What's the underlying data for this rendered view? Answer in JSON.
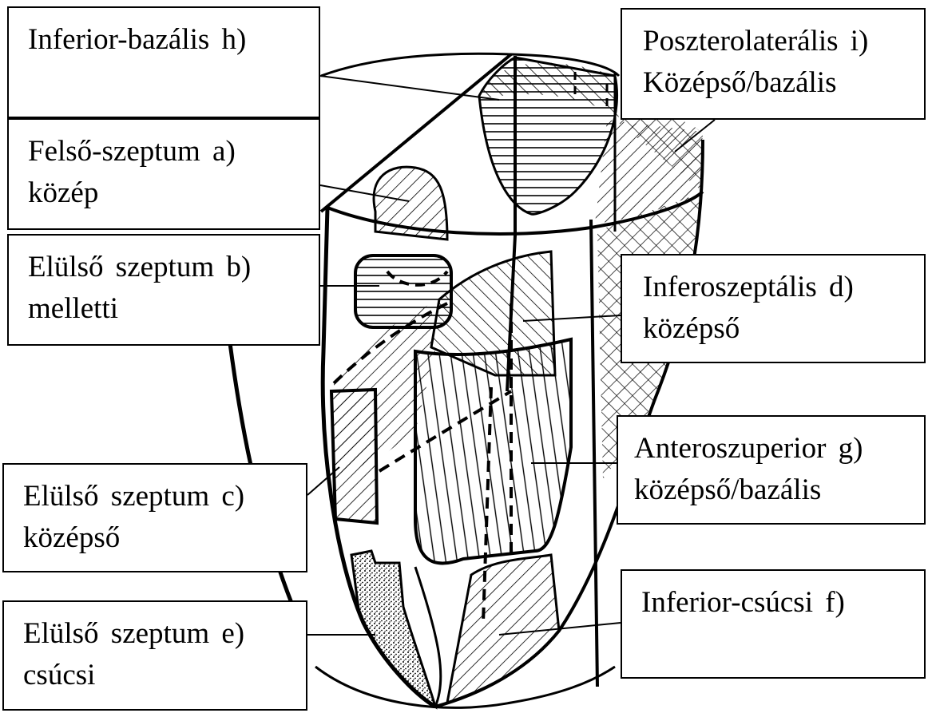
{
  "segments": {
    "h": {
      "line1": "Inferior-bazális  h)"
    },
    "i": {
      "line1": "Poszterolaterális  i)",
      "line2": "Középső/bazális"
    },
    "a": {
      "line1": "Felső-szeptum  a)",
      "line2": "közép"
    },
    "b": {
      "line1": "Elülső szeptum  b)",
      "line2": "melletti"
    },
    "d": {
      "line1": "Inferoszeptális  d)",
      "line2": "középső"
    },
    "g": {
      "line1": "Anteroszuperior  g)",
      "line2": "középső/bazális"
    },
    "c": {
      "line1": "Elülső szeptum  c)",
      "line2": "középső"
    },
    "f": {
      "line1": "Inferior-csúcsi  f)"
    },
    "e": {
      "line1": "Elülső szeptum  e)",
      "line2": "csúcsi"
    }
  },
  "colors": {
    "ink": "#000000",
    "paper": "#ffffff"
  }
}
